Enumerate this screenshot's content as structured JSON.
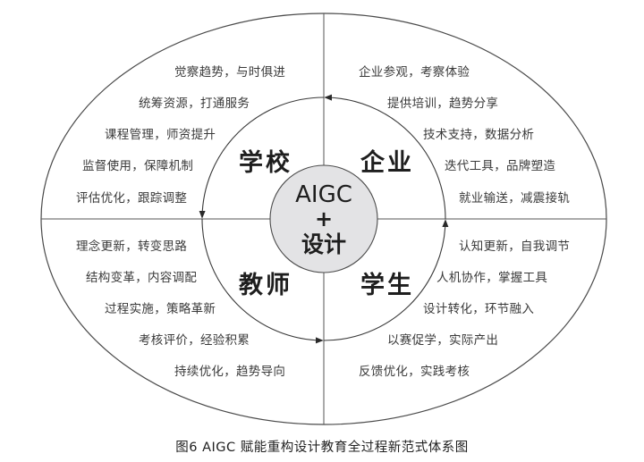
{
  "center": {
    "line1": "AIGC",
    "line2": "+",
    "line3": "设计"
  },
  "quadrants": {
    "school": {
      "title": "学校",
      "items": [
        "觉察趋势，与时俱进",
        "统筹资源，打通服务",
        "课程管理，师资提升",
        "监督使用，保障机制",
        "评估优化，跟踪调整"
      ]
    },
    "enterprise": {
      "title": "企业",
      "items": [
        "企业参观，考察体验",
        "提供培训，趋势分享",
        "技术支持，数据分析",
        "迭代工具，品牌塑造",
        "就业输送，减震接轨"
      ]
    },
    "teacher": {
      "title": "教师",
      "items": [
        "理念更新，转变思路",
        "结构变革，内容调配",
        "过程实施，策略革新",
        "考核评价，经验积累",
        "持续优化，趋势导向"
      ]
    },
    "student": {
      "title": "学生",
      "items": [
        "认知更新，自我调节",
        "人机协作，掌握工具",
        "设计转化，环节融入",
        "以赛促学，实际产出",
        "反馈优化，实践考核"
      ]
    }
  },
  "caption": "图6  AIGC 赋能重构设计教育全过程新范式体系图",
  "colors": {
    "line": "#4a4a4a",
    "center_fill": "#e3e3e5",
    "text": "#3a3a3a"
  }
}
